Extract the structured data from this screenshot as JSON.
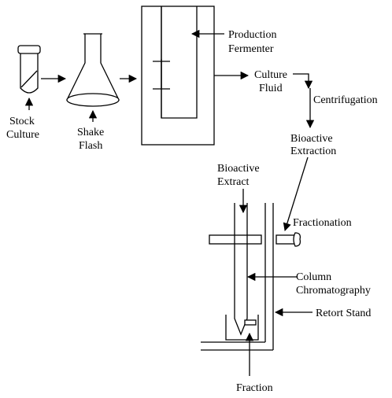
{
  "labels": {
    "stock_culture_line1": "Stock",
    "stock_culture_line2": "Culture",
    "shake_flask_line1": "Shake",
    "shake_flask_line2": "Flash",
    "production_fermenter_line1": "Production",
    "production_fermenter_line2": "Fermenter",
    "culture_fluid_line1": "Culture",
    "culture_fluid_line2": "Fluid",
    "centrifugation": "Centrifugation",
    "bioactive_extraction_line1": "Bioactive",
    "bioactive_extraction_line2": "Extraction",
    "bioactive_extract_line1": "Bioactive",
    "bioactive_extract_line2": "Extract",
    "fractionation": "Fractionation",
    "column_chromatography_line1": "Column",
    "column_chromatography_line2": "Chromatography",
    "retort_stand": "Retort Stand",
    "fraction": "Fraction"
  }
}
